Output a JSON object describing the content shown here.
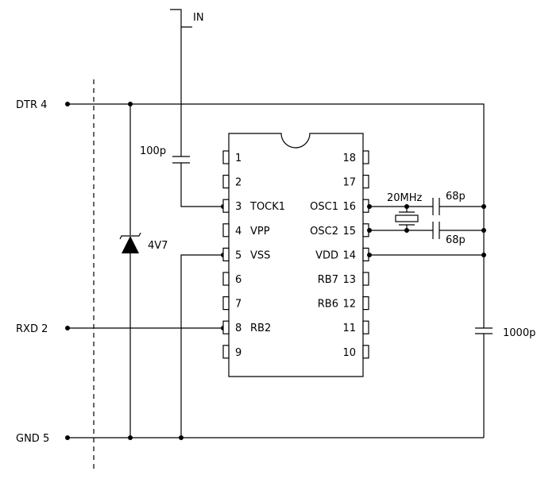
{
  "ports": {
    "dtr": "DTR 4",
    "rxd": "RXD 2",
    "gnd": "GND 5",
    "in": "IN"
  },
  "parts": {
    "c_in": "100p",
    "zener": "4V7",
    "crystal": "20MHz",
    "c_osc1": "68p",
    "c_osc2": "68p",
    "c_bulk": "1000p"
  },
  "ic": {
    "left_pins": [
      {
        "num": "1",
        "name": ""
      },
      {
        "num": "2",
        "name": ""
      },
      {
        "num": "3",
        "name": "TOCK1"
      },
      {
        "num": "4",
        "name": "VPP"
      },
      {
        "num": "5",
        "name": "VSS"
      },
      {
        "num": "6",
        "name": ""
      },
      {
        "num": "7",
        "name": ""
      },
      {
        "num": "8",
        "name": "RB2"
      },
      {
        "num": "9",
        "name": ""
      }
    ],
    "right_pins": [
      {
        "num": "18",
        "name": ""
      },
      {
        "num": "17",
        "name": ""
      },
      {
        "num": "16",
        "name": "OSC1"
      },
      {
        "num": "15",
        "name": "OSC2"
      },
      {
        "num": "14",
        "name": "VDD"
      },
      {
        "num": "13",
        "name": "RB7"
      },
      {
        "num": "12",
        "name": "RB6"
      },
      {
        "num": "11",
        "name": ""
      },
      {
        "num": "10",
        "name": ""
      }
    ]
  }
}
